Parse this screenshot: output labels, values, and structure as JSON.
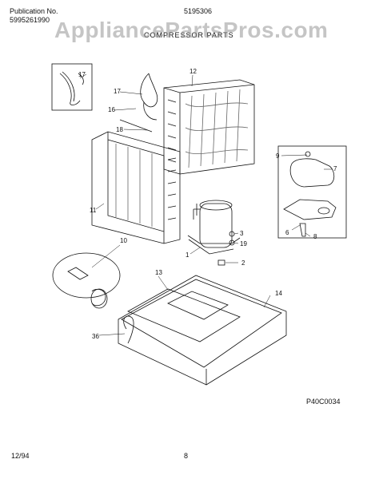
{
  "header": {
    "publication_label": "Publication No.",
    "publication_number": "5995261990",
    "model": "5195306",
    "section_title": "COMPRESSOR PARTS"
  },
  "watermark": "AppliancePartsPros.com",
  "callouts": [
    "17",
    "12",
    "17",
    "16",
    "18",
    "9",
    "7",
    "11",
    "3",
    "19",
    "6",
    "8",
    "1",
    "2",
    "10",
    "13",
    "14",
    "36"
  ],
  "diagram_code": "P40C0034",
  "footer": {
    "date": "12/94",
    "page": "8"
  }
}
